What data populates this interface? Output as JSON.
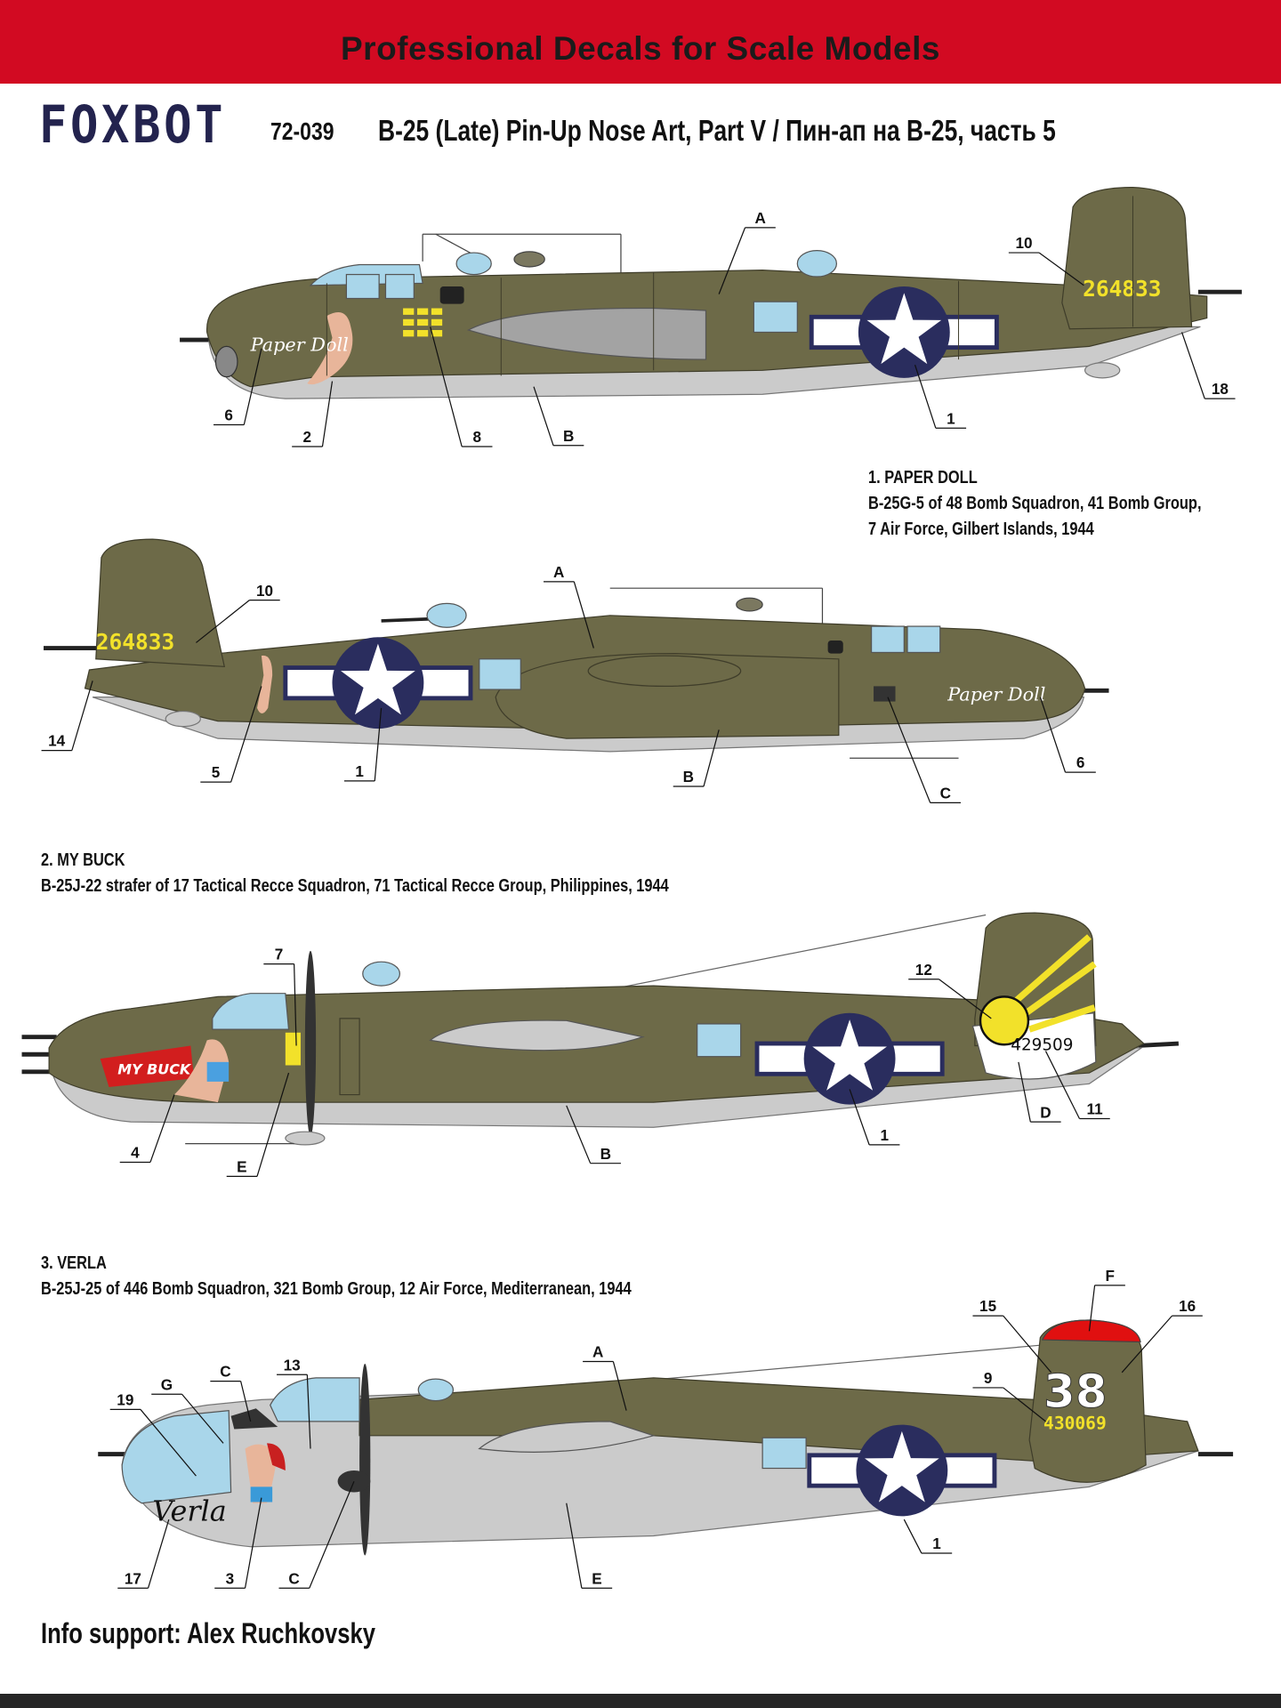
{
  "header": {
    "tagline": "Professional Decals for Scale Models"
  },
  "brand": {
    "logo": "FOXBOT"
  },
  "product": {
    "code": "72-039",
    "title": "B-25 (Late) Pin-Up Nose Art, Part V / Пин-ап на B-25, часть 5"
  },
  "colors": {
    "band": "#d20a22",
    "olive_drab": "#6d6a48",
    "neutral_grey": "#cbcbcb",
    "insignia_blue": "#2a2d5e",
    "yellow": "#f2e12a",
    "logo": "#23234e"
  },
  "markings": [
    {
      "title": "1. PAPER DOLL",
      "description_lines": [
        "B-25G-5 of 48 Bomb Squadron, 41 Bomb Group,",
        "7 Air Force, Gilbert Islands, 1944"
      ]
    },
    {
      "title": "2. MY BUCK",
      "description_lines": [
        "B-25J-22 strafer of 17 Tactical Recce Squadron, 71 Tactical Recce Group, Philippines, 1944"
      ]
    },
    {
      "title": "3. VERLA",
      "description_lines": [
        "B-25J-25 of 446 Bomb Squadron, 321 Bomb Group, 12 Air Force, Mediterranean, 1944"
      ]
    }
  ],
  "aircraft": {
    "paper_doll_left": {
      "serial": "264833",
      "nose_name": "Paper Doll",
      "callouts": [
        "A",
        "10",
        "18",
        "6",
        "2",
        "8",
        "B",
        "1"
      ]
    },
    "paper_doll_right": {
      "serial": "264833",
      "nose_name": "Paper Doll",
      "callouts": [
        "10",
        "A",
        "14",
        "5",
        "1",
        "B",
        "C",
        "6"
      ]
    },
    "my_buck": {
      "serial": "429509",
      "nose_name": "MY BUCK",
      "callouts": [
        "7",
        "12",
        "11",
        "D",
        "1",
        "B",
        "4",
        "E"
      ]
    },
    "verla": {
      "serial": "430069",
      "code": "38",
      "nose_name": "Verla",
      "callouts": [
        "F",
        "15",
        "16",
        "9",
        "A",
        "13",
        "C",
        "G",
        "19",
        "17",
        "3",
        "C",
        "E",
        "1"
      ]
    }
  },
  "footer": {
    "credit": "Info support: Alex Ruchkovsky"
  }
}
